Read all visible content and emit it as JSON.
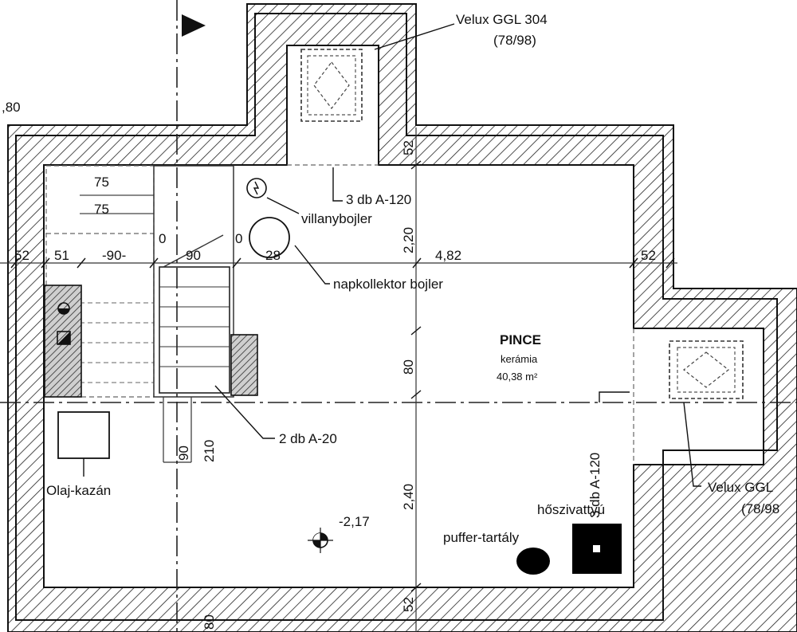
{
  "room": {
    "name": "PINCE",
    "finish": "kerámia",
    "area": "40,38 m²",
    "level": "-2,17"
  },
  "windows": {
    "top_label": "Velux GGL 304",
    "top_size": "(78/98)",
    "right_label": "Velux GGL",
    "right_size": "(78/98"
  },
  "equipment": {
    "electric_boiler": "villanybojler",
    "solar_boiler": "napkollektor bojler",
    "oil_boiler": "Olaj-kazán",
    "heat_pump": "hőszivattyú",
    "buffer_tank": "puffer-tartály"
  },
  "doors": {
    "top": "3 db A-120",
    "right": "3 db A-120",
    "stair": "2 db A-20"
  },
  "dimensions": {
    "d_80_top": ",80",
    "d_52_left": "52",
    "d_51": "51",
    "d_90a": "-90-",
    "d_0a": "0",
    "d_90b": "90",
    "d_0b": "0",
    "d_28": "28",
    "d_220": "2,20",
    "d_482": "4,82",
    "d_52_right": "52",
    "d_52_top": "52",
    "d_80_mid": "80",
    "d_240": "2,40",
    "d_52_bottom": "52",
    "d_75a": "75",
    "d_75b": "75",
    "d_90_stair": "90",
    "d_210": "210",
    "d_80_bottom": "80"
  }
}
